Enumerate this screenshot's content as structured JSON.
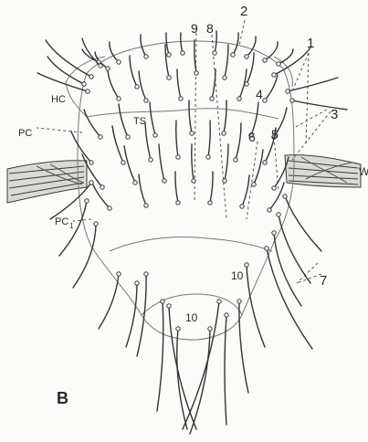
{
  "figure": {
    "panel_letter": "B",
    "labels": {
      "n1": "1",
      "n2": "2",
      "n3": "3",
      "n4": "4",
      "n5": "5",
      "n6": "6",
      "n7": "7",
      "n8": "8",
      "n9": "9",
      "n10a": "10",
      "n10b": "10",
      "hc": "HC",
      "ts": "TS",
      "pc": "PC",
      "pc1": "PC",
      "pc1_sub": "1",
      "w": "W"
    }
  }
}
